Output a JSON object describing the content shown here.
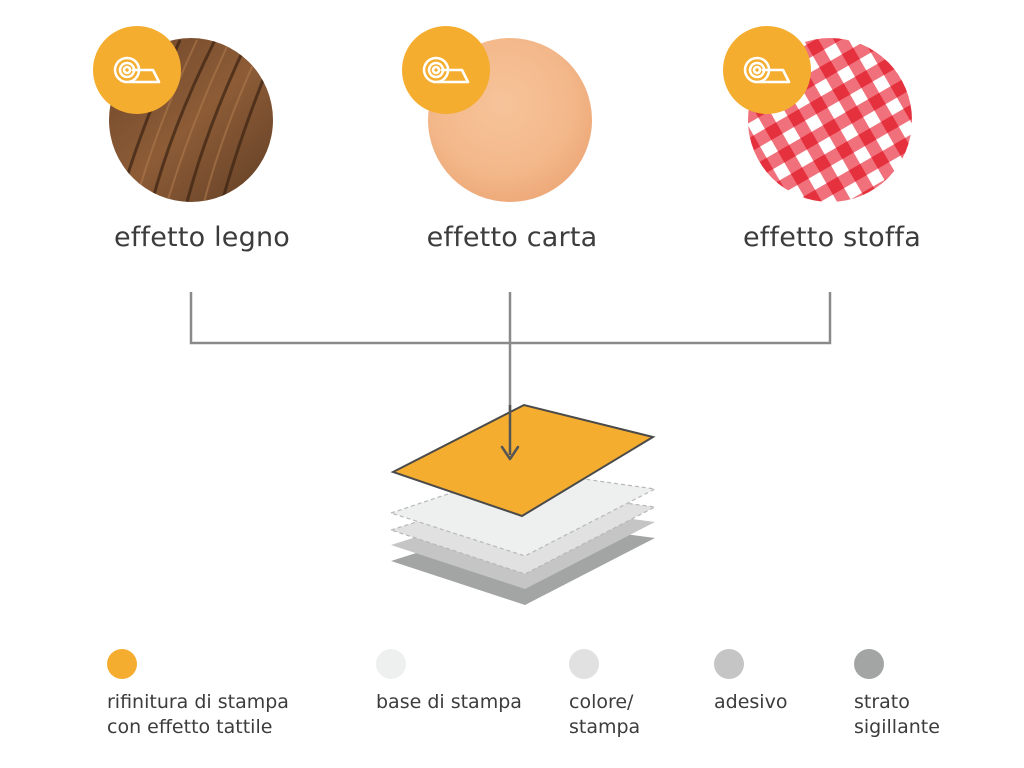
{
  "finishes": [
    {
      "label": "effetto legno",
      "texture": "wood",
      "icon": "roll-icon"
    },
    {
      "label": "effetto carta",
      "texture": "paper",
      "icon": "roll-icon"
    },
    {
      "label": "effetto stoffa",
      "texture": "fabric",
      "icon": "roll-icon"
    }
  ],
  "colors": {
    "accent": "#f4ad2f",
    "connector": "#8a8a8a",
    "layer_base": "#eef0ef",
    "layer_color": "#e1e1e1",
    "layer_adhesive": "#c5c5c5",
    "layer_seal": "#a3a4a4"
  },
  "legend": [
    {
      "text": "rifinitura di stampa\ncon effetto tattile",
      "color": "#f4ad2f"
    },
    {
      "text": "base di stampa",
      "color": "#eef0ef"
    },
    {
      "text": "colore/\nstampa",
      "color": "#e1e1e1"
    },
    {
      "text": "adesivo",
      "color": "#c5c5c5"
    },
    {
      "text": "strato\nsigillante",
      "color": "#a3a4a4"
    }
  ]
}
